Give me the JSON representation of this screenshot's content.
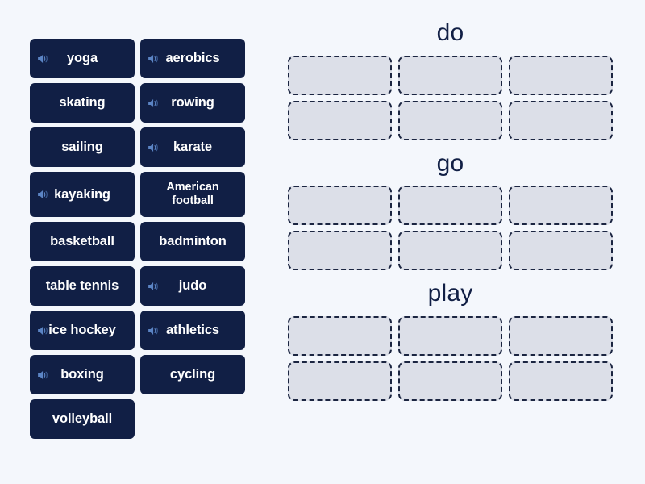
{
  "activity": {
    "type": "drag-and-drop-categorise",
    "background_color": "#f4f7fc",
    "tile_color": "#111f45",
    "tile_text_color": "#ffffff",
    "slot_fill_color": "#dcdfe8",
    "slot_border_color": "#1b2541",
    "heading_color": "#111f45"
  },
  "word_bank": {
    "tiles": [
      {
        "label": "yoga",
        "has_audio": true,
        "icon": "speaker-icon",
        "two_line": false
      },
      {
        "label": "aerobics",
        "has_audio": true,
        "icon": "speaker-icon",
        "two_line": false
      },
      {
        "label": "skating",
        "has_audio": false,
        "icon": "",
        "two_line": false
      },
      {
        "label": "rowing",
        "has_audio": true,
        "icon": "speaker-icon",
        "two_line": false
      },
      {
        "label": "sailing",
        "has_audio": false,
        "icon": "",
        "two_line": false
      },
      {
        "label": "karate",
        "has_audio": true,
        "icon": "speaker-icon",
        "two_line": false
      },
      {
        "label": "kayaking",
        "has_audio": true,
        "icon": "speaker-icon",
        "two_line": false
      },
      {
        "label": "American football",
        "has_audio": false,
        "icon": "",
        "two_line": true
      },
      {
        "label": "basketball",
        "has_audio": false,
        "icon": "",
        "two_line": false
      },
      {
        "label": "badminton",
        "has_audio": false,
        "icon": "",
        "two_line": false
      },
      {
        "label": "table tennis",
        "has_audio": false,
        "icon": "",
        "two_line": false
      },
      {
        "label": "judo",
        "has_audio": true,
        "icon": "speaker-icon",
        "two_line": false
      },
      {
        "label": "ice hockey",
        "has_audio": true,
        "icon": "speaker-icon",
        "two_line": false
      },
      {
        "label": "athletics",
        "has_audio": true,
        "icon": "speaker-icon",
        "two_line": false
      },
      {
        "label": "boxing",
        "has_audio": true,
        "icon": "speaker-icon",
        "two_line": false
      },
      {
        "label": "cycling",
        "has_audio": false,
        "icon": "",
        "two_line": false
      },
      {
        "label": "volleyball",
        "has_audio": false,
        "icon": "",
        "two_line": false
      }
    ]
  },
  "categories": [
    {
      "title": "do",
      "slot_count": 6,
      "slots": [
        "",
        "",
        "",
        "",
        "",
        ""
      ]
    },
    {
      "title": "go",
      "slot_count": 6,
      "slots": [
        "",
        "",
        "",
        "",
        "",
        ""
      ]
    },
    {
      "title": "play",
      "slot_count": 6,
      "slots": [
        "",
        "",
        "",
        "",
        "",
        ""
      ]
    }
  ]
}
